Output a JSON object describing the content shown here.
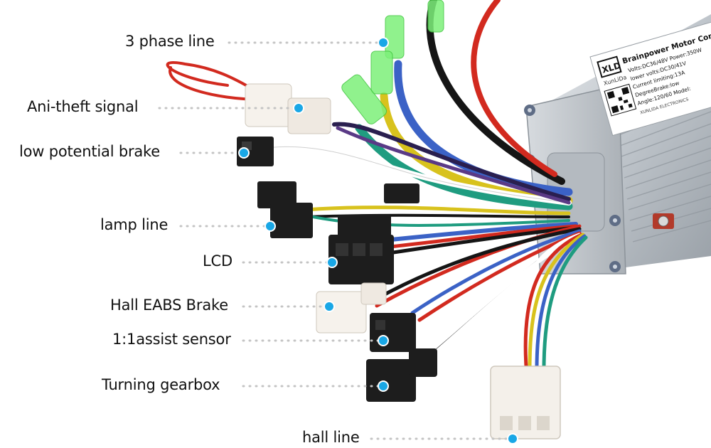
{
  "callouts": [
    {
      "id": "three-phase-line",
      "label": "3 phase line"
    },
    {
      "id": "anti-theft-signal",
      "label": "Ani-theft signal"
    },
    {
      "id": "low-potential-brake",
      "label": "low potential brake"
    },
    {
      "id": "lamp-line",
      "label": "lamp line"
    },
    {
      "id": "lcd",
      "label": "LCD"
    },
    {
      "id": "hall-eabs-brake",
      "label": "Hall EABS Brake"
    },
    {
      "id": "assist-sensor",
      "label": "1:1assist sensor"
    },
    {
      "id": "turning-gearbox",
      "label": "Turning gearbox"
    },
    {
      "id": "hall-line",
      "label": "hall line"
    }
  ],
  "controller_label": {
    "logo": "XLD",
    "brand": "XunLiDa",
    "title": "Brainpower Motor Controller",
    "lines": [
      "Volts:DC36/48V  Power:350W",
      "lower volts:DC30/41V",
      "Current limiting:13A",
      "DegreeBrake:low",
      "Angle:120/60 Model:"
    ],
    "maker": "XUNLIDA ELECTRONICS"
  },
  "colors": {
    "dot": "#19a7e6",
    "leader": "#c4c4c4",
    "housing": "#c9ced3"
  }
}
